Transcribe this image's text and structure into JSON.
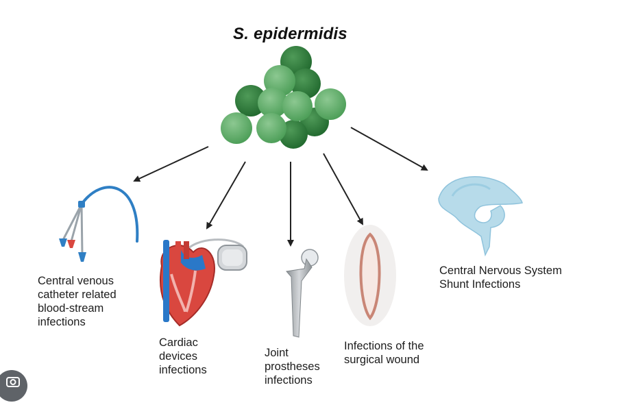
{
  "title": "S. epidermidis",
  "labels": {
    "cvc": [
      "Central venous",
      "catheter related",
      "blood-stream",
      "infections"
    ],
    "cardiac": [
      "Cardiac",
      "devices",
      "infections"
    ],
    "joint": [
      "Joint",
      "prostheses",
      "infections"
    ],
    "wound": [
      "Infections of the",
      "surgical wound"
    ],
    "cns": [
      "Central Nervous System",
      "Shunt Infections"
    ]
  },
  "colors": {
    "cocci_dark": "#2f7a3c",
    "cocci_light": "#66b36f",
    "arrow": "#222222",
    "catheter_blue": "#2f7fc4",
    "heart_red": "#d9473f",
    "vessel_blue": "#2a78c8",
    "wound_edge": "#c98676",
    "cns_blue": "#a9d4e8"
  },
  "icons": [
    "bacteria-cluster-icon",
    "catheter-icon",
    "pacemaker-heart-icon",
    "hip-prosthesis-icon",
    "surgical-wound-icon",
    "brain-ventricle-shunt-icon",
    "camera-lens-icon"
  ]
}
